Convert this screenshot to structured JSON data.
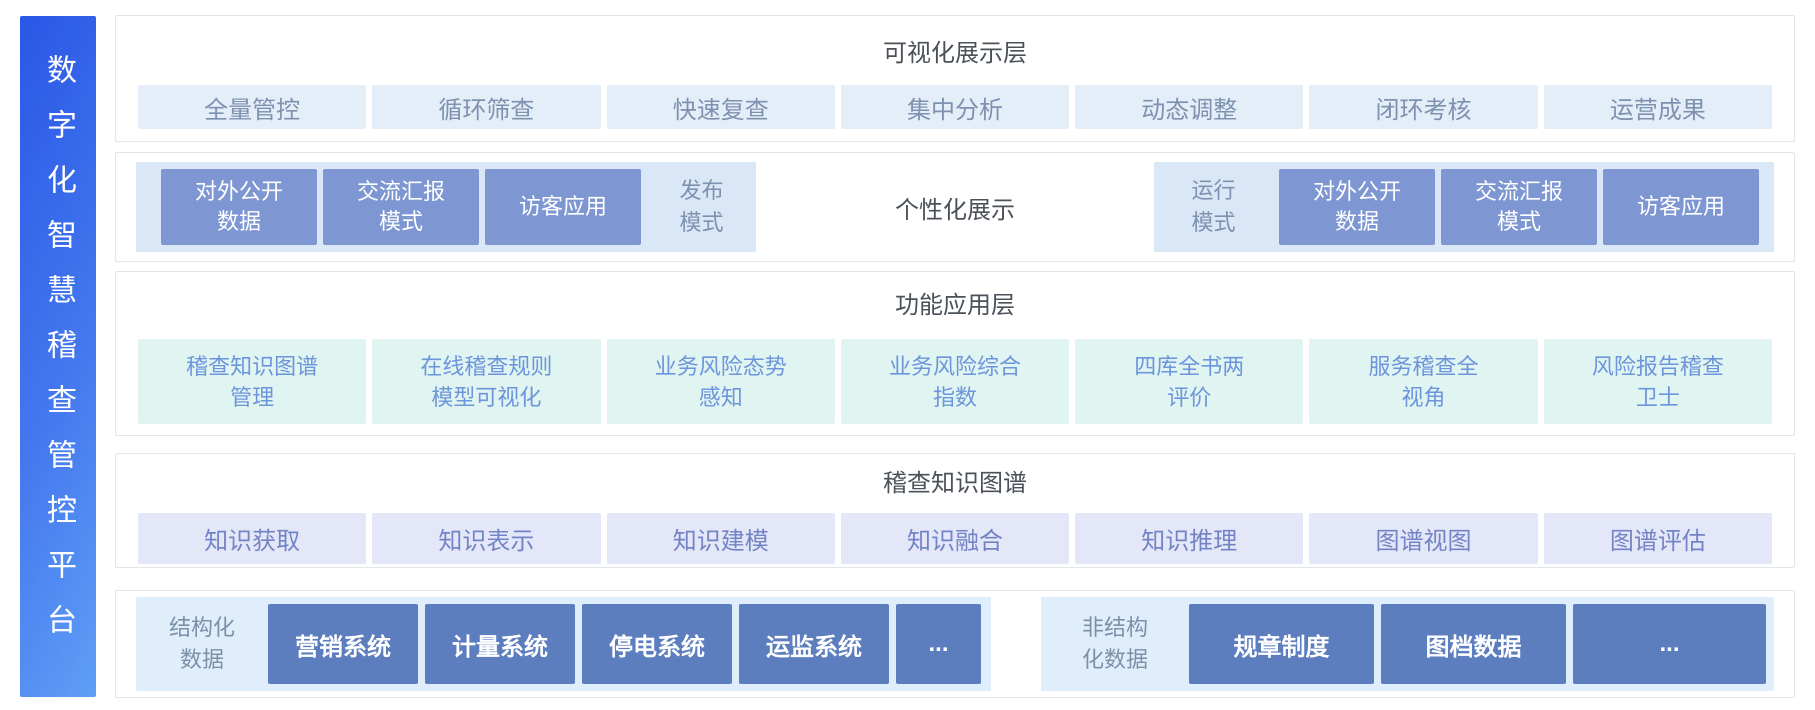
{
  "platform": {
    "title": "数字化智慧稽查管控平台"
  },
  "layers": {
    "visualization": {
      "title": "可视化展示层",
      "items": [
        "全量管控",
        "循环筛查",
        "快速复查",
        "集中分析",
        "动态调整",
        "闭环考核",
        "运营成果"
      ]
    },
    "display_modes": {
      "publish": {
        "label": "发布\n模式",
        "items": [
          "对外公开\n数据",
          "交流汇报\n模式",
          "访客应用"
        ]
      },
      "center_label": "个性化展示",
      "runtime": {
        "label": "运行\n模式",
        "items": [
          "对外公开\n数据",
          "交流汇报\n模式",
          "访客应用"
        ]
      }
    },
    "function": {
      "title": "功能应用层",
      "items": [
        "稽查知识图谱\n管理",
        "在线稽查规则\n模型可视化",
        "业务风险态势\n感知",
        "业务风险综合\n指数",
        "四库全书两\n评价",
        "服务稽查全\n视角",
        "风险报告稽查\n卫士"
      ]
    },
    "knowledge_graph": {
      "title": "稽查知识图谱",
      "items": [
        "知识获取",
        "知识表示",
        "知识建模",
        "知识融合",
        "知识推理",
        "图谱视图",
        "图谱评估"
      ]
    },
    "data_sources": {
      "structured": {
        "label": "结构化\n数据",
        "items": [
          "营销系统",
          "计量系统",
          "停电系统",
          "运监系统",
          "..."
        ]
      },
      "unstructured": {
        "label": "非结构\n化数据",
        "items": [
          "规章制度",
          "图档数据",
          "..."
        ]
      }
    }
  },
  "colors": {
    "sidebar_gradient_start": "#2A57E6",
    "sidebar_gradient_end": "#5F9FF6",
    "row_border": "#E2E5EA",
    "title_text": "#4B5159",
    "visualization_item_bg": "#E4EEF9",
    "visualization_item_text": "#7E91AF",
    "mode_panel_bg": "#DAE7F6",
    "mode_box_bg": "#7E97D2",
    "mode_box_text": "#FFFFFF",
    "mode_label_text": "#7D91B0",
    "function_item_bg": "#E0F4F1",
    "function_item_text": "#6C95DC",
    "knowledge_item_bg": "#E4E7F8",
    "knowledge_item_text": "#7384C6",
    "data_panel_bg": "#DFEEFA",
    "data_box_bg": "#5C7DBE",
    "data_box_text": "#FFFFFF",
    "data_label_text": "#7C90A9"
  }
}
